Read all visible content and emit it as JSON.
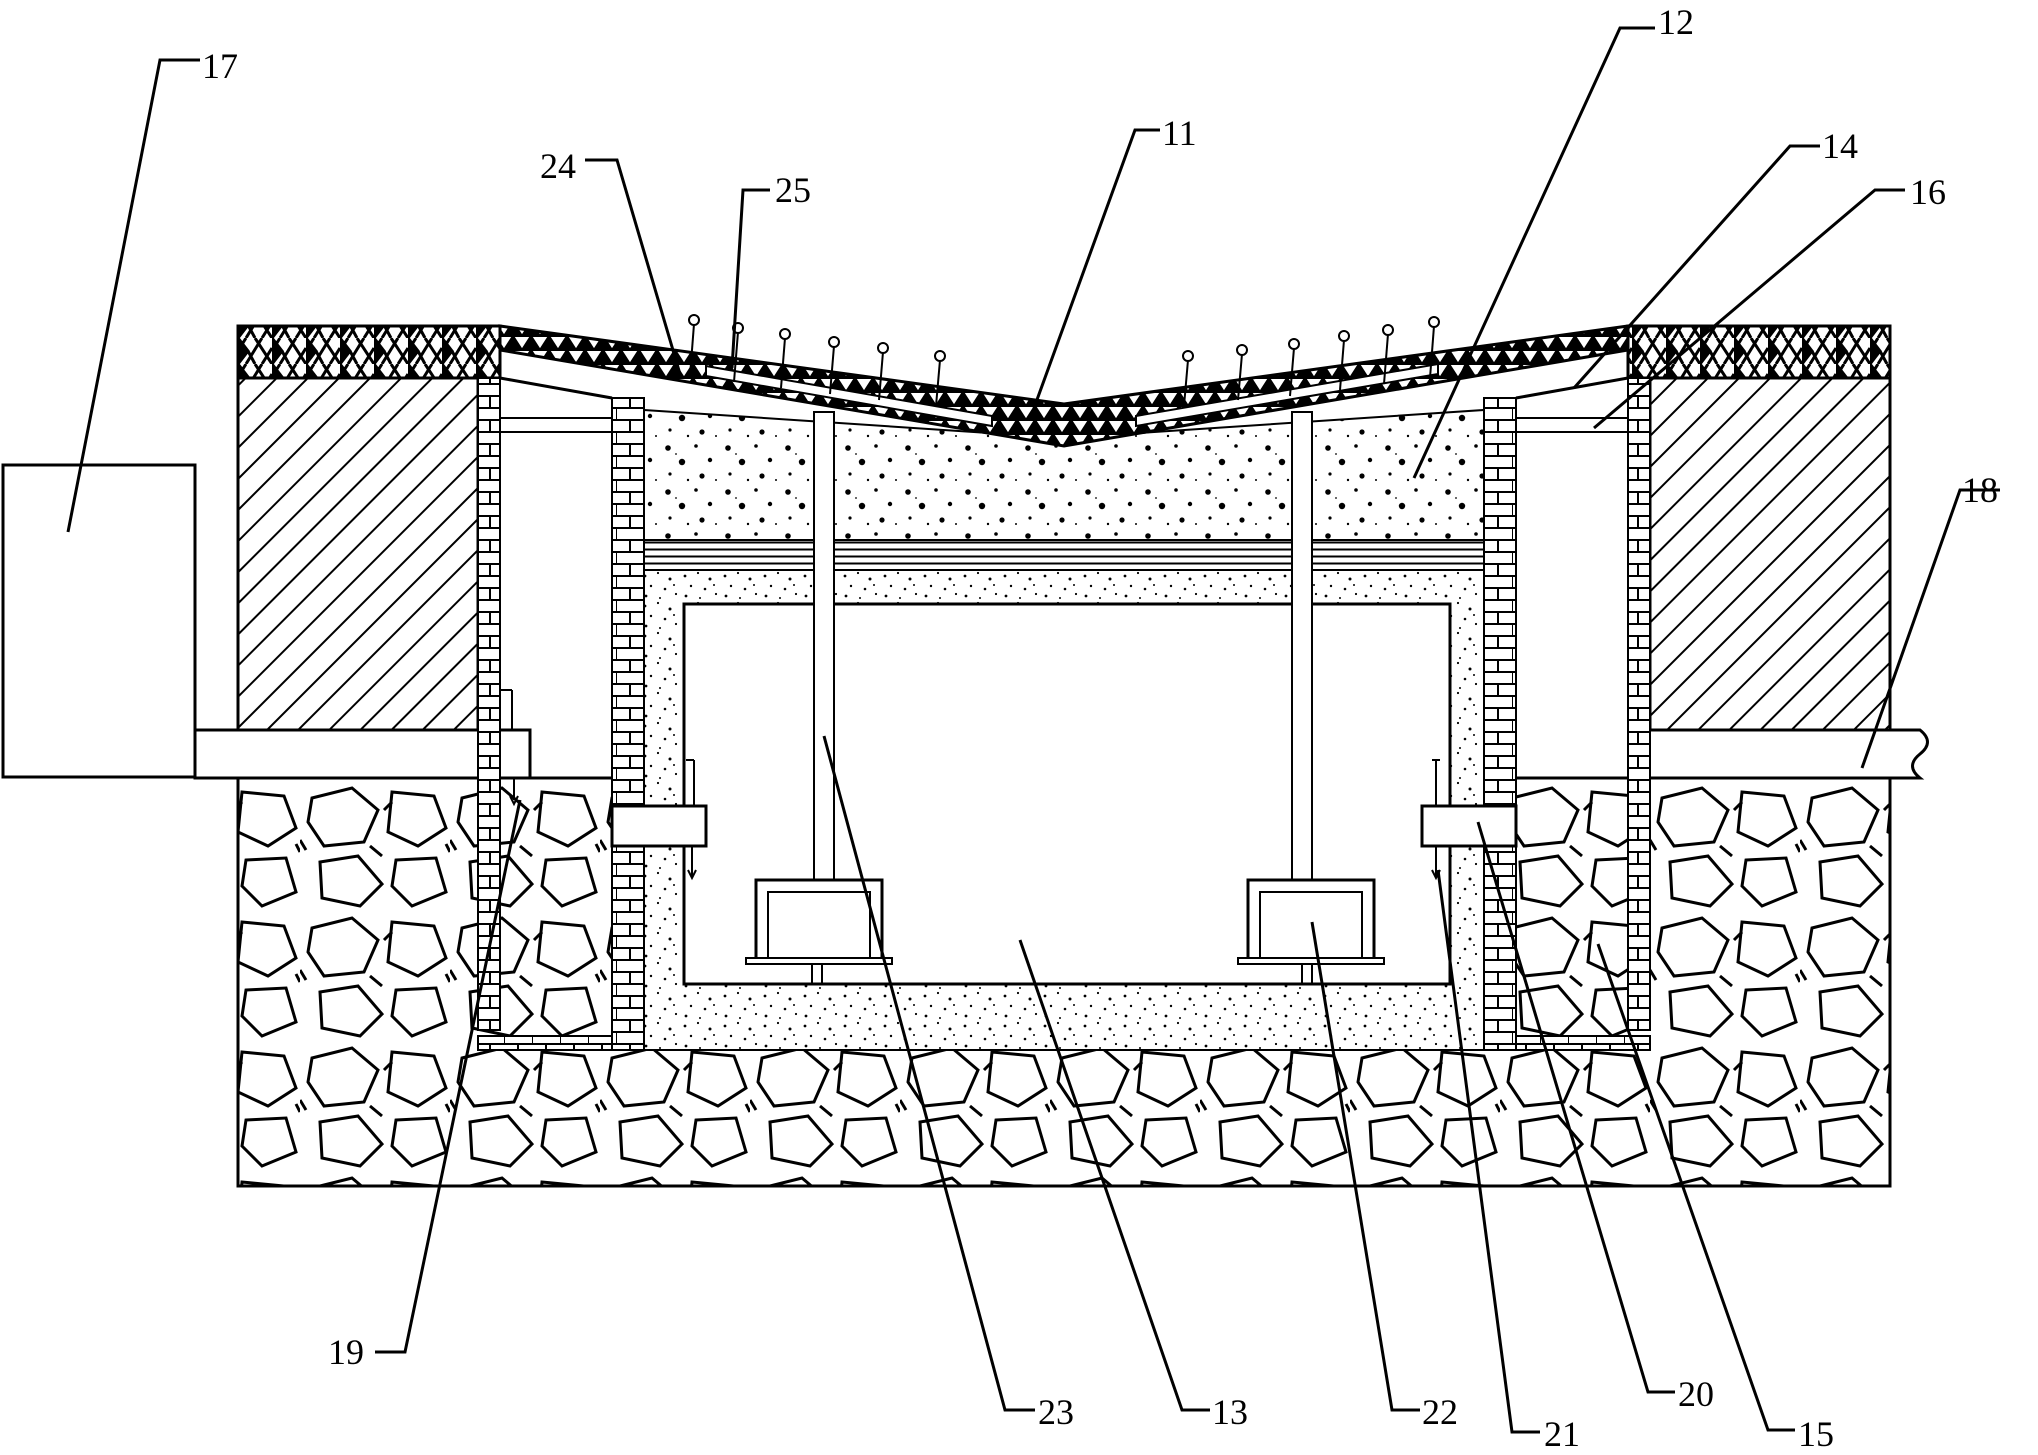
{
  "diagram": {
    "colors": {
      "line": "#000000",
      "background": "#ffffff"
    },
    "labels": [
      {
        "id": "17",
        "text": "17"
      },
      {
        "id": "24",
        "text": "24"
      },
      {
        "id": "25",
        "text": "25"
      },
      {
        "id": "11",
        "text": "11"
      },
      {
        "id": "12",
        "text": "12"
      },
      {
        "id": "14",
        "text": "14"
      },
      {
        "id": "16",
        "text": "16"
      },
      {
        "id": "18",
        "text": "18"
      },
      {
        "id": "19",
        "text": "19"
      },
      {
        "id": "23",
        "text": "23"
      },
      {
        "id": "13",
        "text": "13"
      },
      {
        "id": "22",
        "text": "22"
      },
      {
        "id": "21",
        "text": "21"
      },
      {
        "id": "20",
        "text": "20"
      },
      {
        "id": "15",
        "text": "15"
      }
    ]
  }
}
